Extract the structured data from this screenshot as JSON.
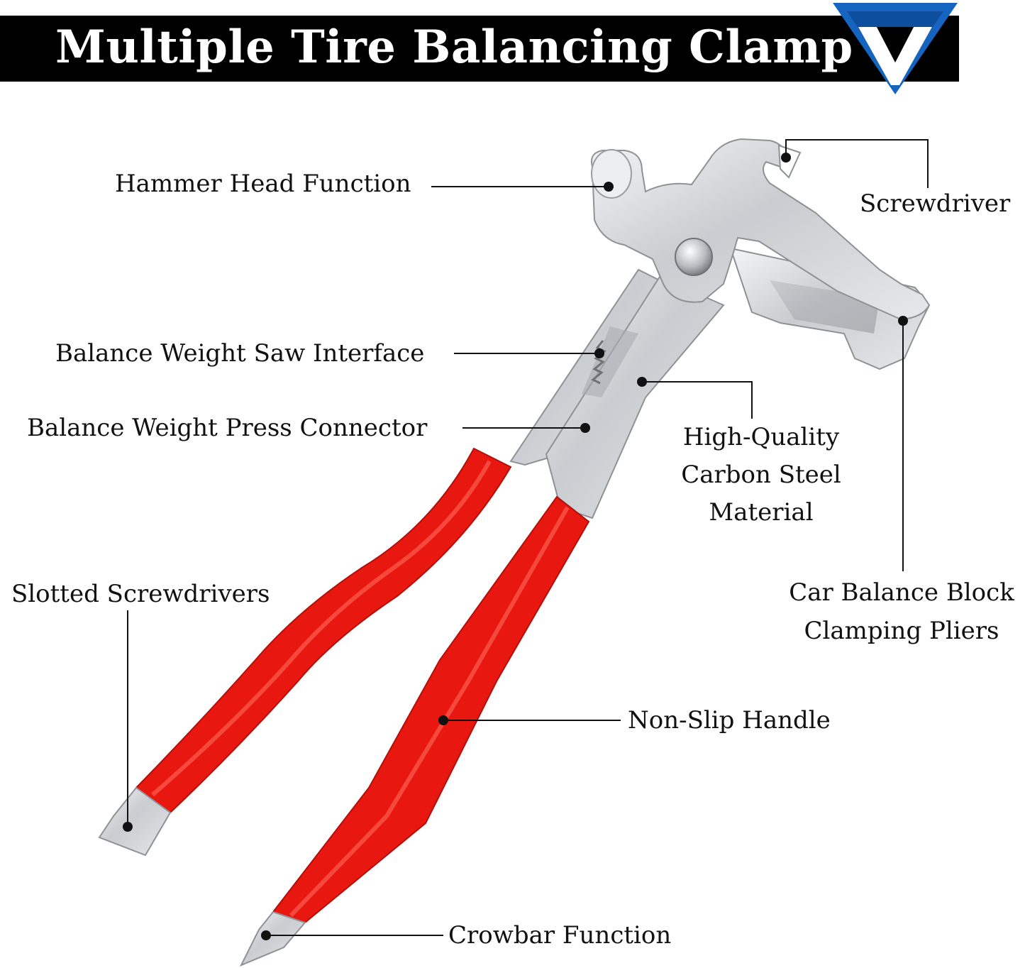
{
  "title": "Multiple Tire Balancing Clamp",
  "brand_logo": {
    "icon": "v-logo-icon",
    "colors": [
      "#1565c0",
      "#ffffff",
      "#000000"
    ]
  },
  "colors": {
    "handle_red": "#e8170f",
    "steel": "#d4d6d8",
    "title_bar": "#000000",
    "title_text": "#ffffff"
  },
  "labels": {
    "hammer_head": "Hammer Head Function",
    "screwdriver": "Screwdriver",
    "saw_interface": "Balance Weight Saw Interface",
    "press_connector": "Balance Weight Press Connector",
    "carbon_steel": [
      "High-Quality",
      "Carbon Steel",
      "Material"
    ],
    "clamping_pliers": [
      "Car Balance Block",
      "Clamping Pliers"
    ],
    "slotted_screwdrivers": "Slotted Screwdrivers",
    "non_slip_handle": "Non-Slip Handle",
    "crowbar": "Crowbar Function"
  }
}
